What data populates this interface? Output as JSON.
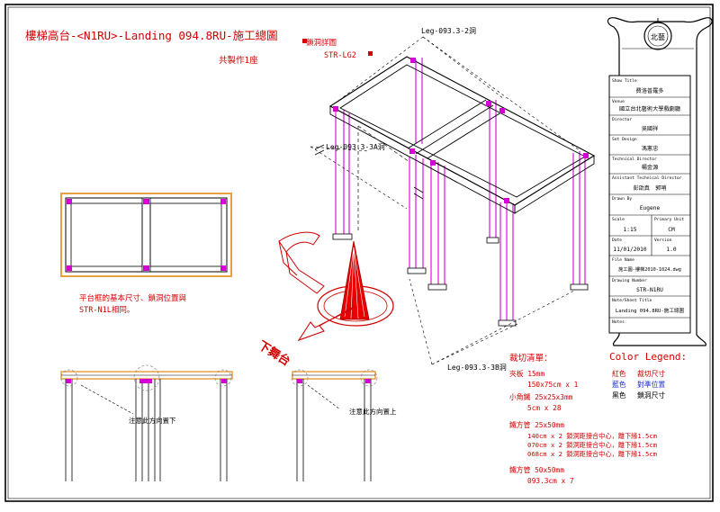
{
  "title": "樓梯高台-<N1RU>-Landing 094.8RU-施工總圖",
  "quantity_note": "共製作1座",
  "detail_callout": {
    "line1": "鎖洞詳圖",
    "line2": "STR-LG2"
  },
  "leg_labels": {
    "top": "Leg-093.3-2洞",
    "mid": "Leg-093.3-3A洞",
    "bottom": "Leg-093.3-3B洞"
  },
  "plan_note": {
    "line1": "平台框的基本尺寸、鎖洞位置與",
    "line2": "STR-N1L相同。"
  },
  "down_label": "下舞台",
  "elev_notes": {
    "left": "注意此方向置下",
    "right": "注意此方向置上"
  },
  "cut_list": {
    "title": "裁切清單：",
    "groups": [
      {
        "head": "夾板 15mm",
        "lines": [
          "150x75cm x 1"
        ]
      },
      {
        "head": "小角鐵 25x25x3mm",
        "lines": [
          "5cm  x 28"
        ]
      },
      {
        "head": "鐵方管 25x50mm",
        "lines": [
          "140cm x 2 鎖洞距接合中心，離下緣1.5cm",
          "070cm x 2 鎖洞距接合中心，離下緣1.5cm",
          "068cm x 2 鎖洞距接合中心，離下緣1.5cm"
        ]
      },
      {
        "head": "鐵方管 50x50mm",
        "lines": [
          "093.3cm x 7"
        ]
      }
    ]
  },
  "legend": {
    "title": "Color Legend:",
    "items": [
      {
        "swatch": "紅色",
        "meaning": "裁切尺寸",
        "color": "#d10000"
      },
      {
        "swatch": "藍色",
        "meaning": "對準位置",
        "color": "#1a2fd0"
      },
      {
        "swatch": "黑色",
        "meaning": "鎖洞尺寸",
        "color": "#000000"
      }
    ]
  },
  "title_block": {
    "logo_text": "北藝",
    "show_title": {
      "label": "Show Title",
      "value": "費洛普羅多"
    },
    "venue": {
      "label": "Venue",
      "value": "國立台北藝術大學戲劇廳"
    },
    "director": {
      "label": "Director",
      "value": "吳國祥"
    },
    "set_design": {
      "label": "Set Design",
      "value": "馮憲忠"
    },
    "technical_director": {
      "label": "Technical Director",
      "value": "楊金源"
    },
    "assistant_td": {
      "label": "Assistant Technical Director",
      "value": "彭劭真　郭哨"
    },
    "drawn_by": {
      "label": "Drawn By",
      "value": "Eugene"
    },
    "scale": {
      "label": "Scale",
      "value": "1:15"
    },
    "primary_unit": {
      "label": "Primary Unit",
      "value": "CM"
    },
    "date": {
      "label": "Date",
      "value": "11/01/2010"
    },
    "version": {
      "label": "Version",
      "value": "1.0"
    },
    "file_name": {
      "label": "File Name",
      "value": "施工圖-樓梯2010-1024.dwg"
    },
    "drawing_number": {
      "label": "Drawing Number",
      "value": "STR-N1RU"
    },
    "note_sheet_title": {
      "label": "Note/Sheet Title",
      "value": "Landing 094.8RU-施工總圖"
    },
    "notes": {
      "label": "Notes",
      "value": ""
    }
  }
}
